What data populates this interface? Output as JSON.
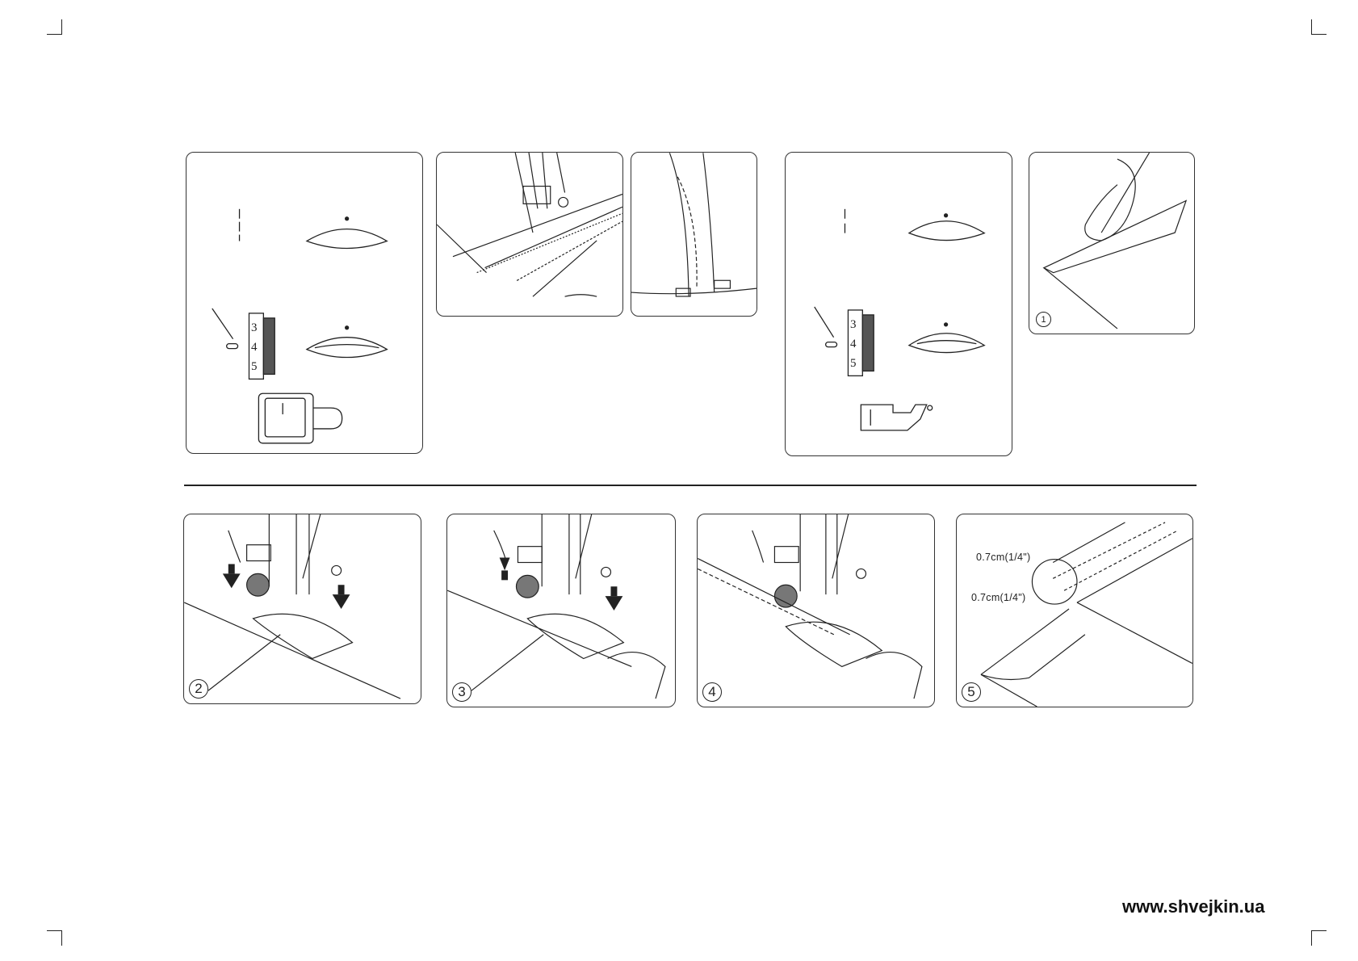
{
  "website": "www.shvejkin.ua",
  "top_left_panel": {
    "dial_numbers": [
      "3",
      "4",
      "5"
    ]
  },
  "top_right_panel": {
    "dial_numbers": [
      "3",
      "4",
      "5"
    ]
  },
  "hem_step_1": {
    "step": "1"
  },
  "steps": [
    {
      "step": "2"
    },
    {
      "step": "3"
    },
    {
      "step": "4"
    },
    {
      "step": "5",
      "measure_top": "0.7cm(1/4\")",
      "measure_bottom": "0.7cm(1/4\")"
    }
  ]
}
